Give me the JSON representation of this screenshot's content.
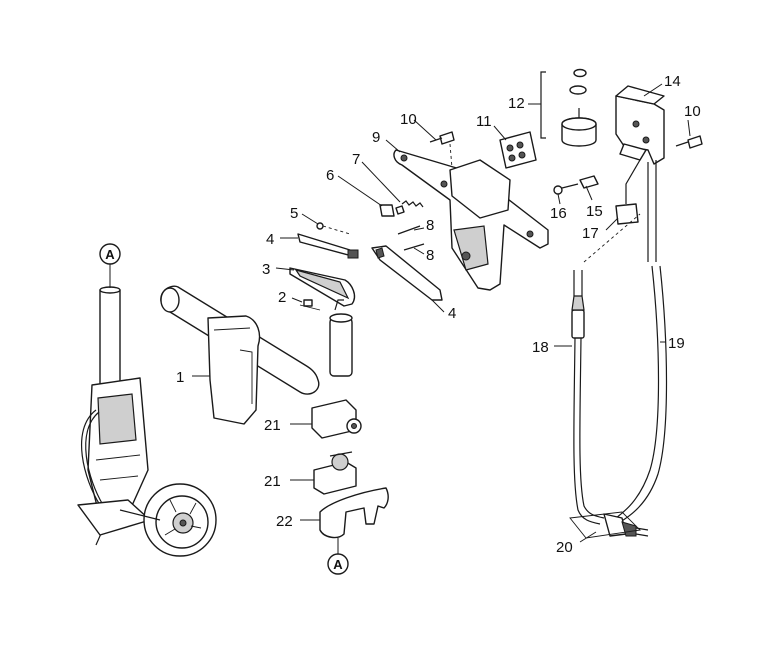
{
  "callouts": {
    "n1": "1",
    "n2": "2",
    "n3": "3",
    "n4a": "4",
    "n4b": "4",
    "n5": "5",
    "n6": "6",
    "n7": "7",
    "n8a": "8",
    "n8b": "8",
    "n9": "9",
    "n10a": "10",
    "n10b": "10",
    "n11": "11",
    "n12": "12",
    "n14": "14",
    "n15": "15",
    "n16": "16",
    "n17": "17",
    "n18": "18",
    "n19": "19",
    "n20": "20",
    "n21a": "21",
    "n21b": "21",
    "n22": "22"
  },
  "reference_marks": {
    "top": "A",
    "bottom": "A"
  }
}
